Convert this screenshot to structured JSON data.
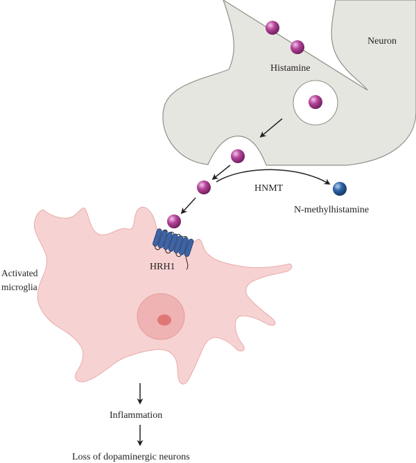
{
  "labels": {
    "neuron": "Neuron",
    "histamine": "Histamine",
    "hnmt": "HNMT",
    "n_methylhistamine": "N-methylhistamine",
    "hrh1": "HRH1",
    "activated_microglia_line1": "Activated",
    "activated_microglia_line2": "microglia",
    "inflammation": "Inflammation",
    "loss": "Loss of dopaminergic neurons"
  },
  "colors": {
    "neuron_fill": "#e6e6e0",
    "neuron_stroke": "#8f8f8a",
    "microglia_fill": "#f7d2d2",
    "microglia_stroke": "#e8aaaa",
    "nucleus_fill": "#f0b3b3",
    "nucleolus_fill": "#e07777",
    "histamine": "#b5449a",
    "n_methylhistamine": "#2f64a8",
    "receptor": "#3d64a6",
    "arrow": "#231f20"
  }
}
